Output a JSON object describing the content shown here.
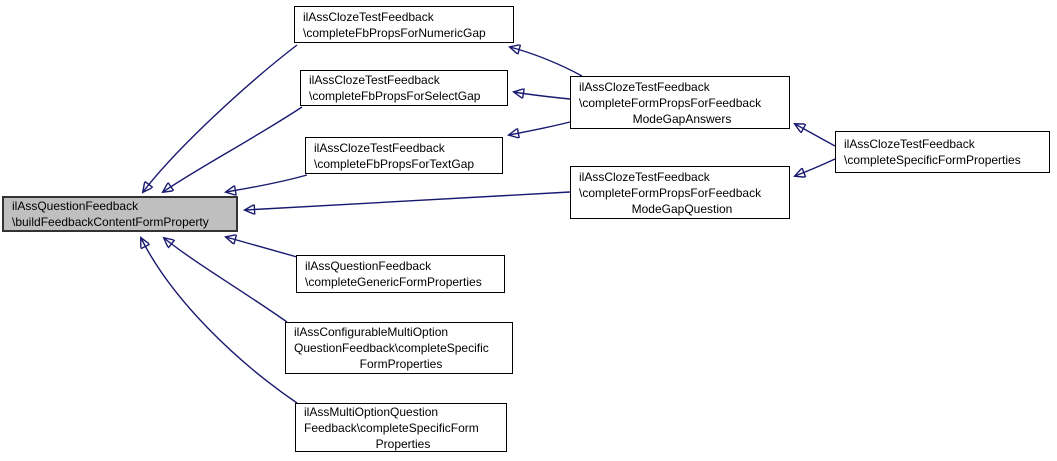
{
  "diagram": {
    "type": "doxygen-caller-graph",
    "colors": {
      "edge": "#191970",
      "node_border": "#000000",
      "node_fill": "#ffffff",
      "highlight_fill": "#bfbfbf",
      "text": "#000000",
      "background": "#ffffff"
    },
    "nodes": {
      "main": {
        "line1": "ilAssQuestionFeedback",
        "line2": "\\buildFeedbackContentFormProperty",
        "highlighted": true
      },
      "numeric_gap": {
        "line1": "ilAssClozeTestFeedback",
        "line2": "\\completeFbPropsForNumericGap"
      },
      "select_gap": {
        "line1": "ilAssClozeTestFeedback",
        "line2": "\\completeFbPropsForSelectGap"
      },
      "text_gap": {
        "line1": "ilAssClozeTestFeedback",
        "line2": "\\completeFbPropsForTextGap"
      },
      "gap_answers": {
        "line1": "ilAssClozeTestFeedback",
        "line2": "\\completeFormPropsForFeedback",
        "line3": "ModeGapAnswers"
      },
      "gap_question": {
        "line1": "ilAssClozeTestFeedback",
        "line2": "\\completeFormPropsForFeedback",
        "line3": "ModeGapQuestion"
      },
      "specific_form": {
        "line1": "ilAssClozeTestFeedback",
        "line2": "\\completeSpecificFormProperties"
      },
      "generic_form": {
        "line1": "ilAssQuestionFeedback",
        "line2": "\\completeGenericFormProperties"
      },
      "config_multi": {
        "line1": "ilAssConfigurableMultiOption",
        "line2": "QuestionFeedback\\completeSpecific",
        "line3": "FormProperties"
      },
      "multi_option": {
        "line1": "ilAssMultiOptionQuestion",
        "line2": "Feedback\\completeSpecificForm",
        "line3": "Properties"
      }
    },
    "edges": [
      {
        "from": "numeric_gap",
        "to": "main"
      },
      {
        "from": "select_gap",
        "to": "main"
      },
      {
        "from": "text_gap",
        "to": "main"
      },
      {
        "from": "gap_question",
        "to": "main"
      },
      {
        "from": "generic_form",
        "to": "main"
      },
      {
        "from": "config_multi",
        "to": "main"
      },
      {
        "from": "multi_option",
        "to": "main"
      },
      {
        "from": "gap_answers",
        "to": "numeric_gap"
      },
      {
        "from": "gap_answers",
        "to": "select_gap"
      },
      {
        "from": "gap_answers",
        "to": "text_gap"
      },
      {
        "from": "specific_form",
        "to": "gap_answers"
      },
      {
        "from": "specific_form",
        "to": "gap_question"
      }
    ]
  }
}
